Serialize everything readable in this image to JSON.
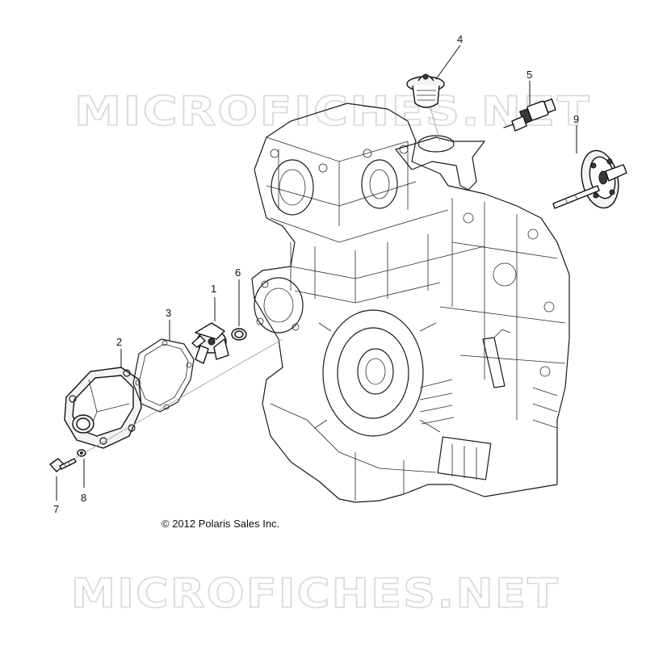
{
  "watermarks": [
    "MICROFICHES.NET",
    "MICROFICHES.NET"
  ],
  "callouts": [
    "1",
    "2",
    "3",
    "4",
    "5",
    "6",
    "7",
    "8",
    "9"
  ],
  "copyright": "© 2012 Polaris Sales Inc."
}
